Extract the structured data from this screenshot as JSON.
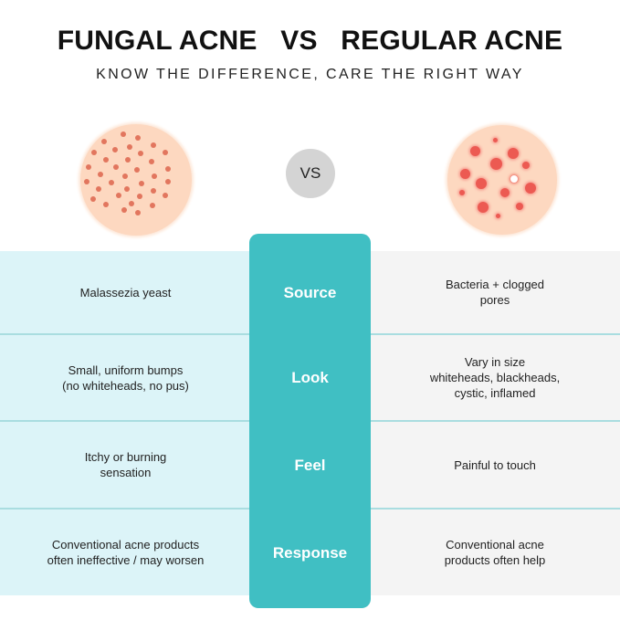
{
  "header": {
    "title": "FUNGAL ACNE   VS   REGULAR ACNE",
    "subtitle": "KNOW THE DIFFERENCE, CARE THE RIGHT WAY"
  },
  "illustrations": {
    "left": "fungal-acne-skin-icon",
    "right": "regular-acne-skin-icon",
    "vs_label": "VS"
  },
  "colors": {
    "accent_teal": "#40bfc3",
    "left_band": "#dcf4f8",
    "right_band": "#f4f4f4",
    "skin": "#fdd8c0",
    "spot": "#e2765e",
    "vs_circle": "#d4d4d4"
  },
  "table": {
    "rows": [
      {
        "category": "Source",
        "fungal": "Malassezia yeast",
        "regular": "Bacteria + clogged\npores"
      },
      {
        "category": "Look",
        "fungal": "Small, uniform bumps\n(no whiteheads, no pus)",
        "regular": "Vary in size\nwhiteheads, blackheads,\ncystic, inflamed"
      },
      {
        "category": "Feel",
        "fungal": "Itchy or burning\nsensation",
        "regular": "Painful to touch"
      },
      {
        "category": "Response",
        "fungal": "Conventional acne products\noften ineffective / may worsen",
        "regular": "Conventional acne\nproducts often help"
      }
    ]
  }
}
